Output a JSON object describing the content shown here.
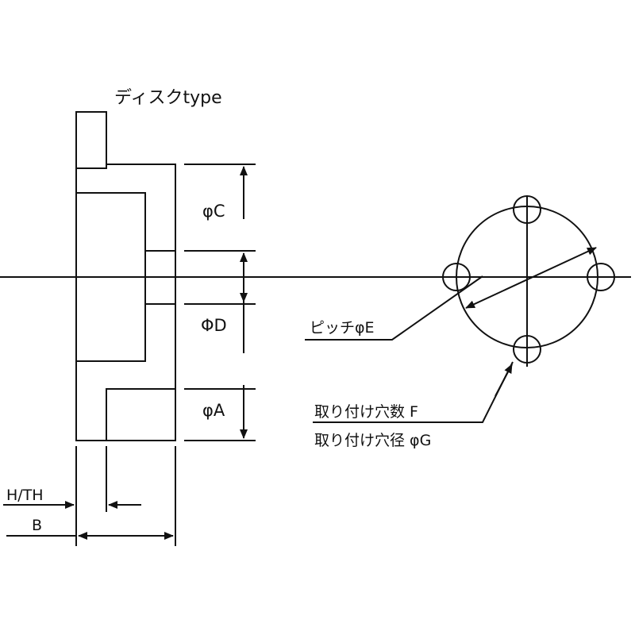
{
  "title": "ディスクtype",
  "labels": {
    "phi_c": "φC",
    "phi_d": "ΦD",
    "phi_a": "φA",
    "pitch": "ピッチφE",
    "hole_count": "取り付け穴数 F",
    "hole_diameter": "取り付け穴径 φG",
    "h_th": "H/TH",
    "b": "B"
  },
  "colors": {
    "line": "#111111",
    "background": "#ffffff"
  }
}
